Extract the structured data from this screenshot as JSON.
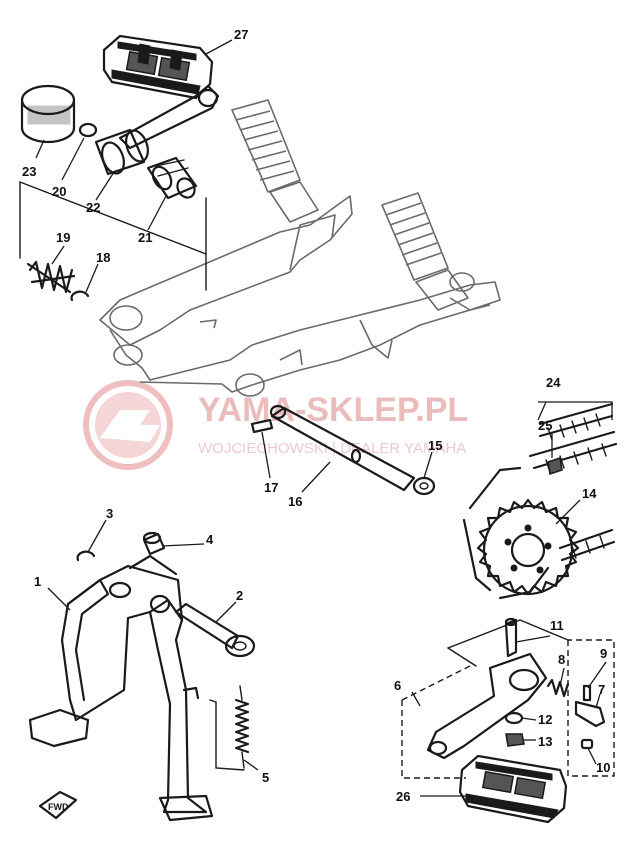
{
  "diagram": {
    "callouts": [
      {
        "id": "1",
        "text": "1"
      },
      {
        "id": "2",
        "text": "2"
      },
      {
        "id": "3",
        "text": "3"
      },
      {
        "id": "4",
        "text": "4"
      },
      {
        "id": "5",
        "text": "5"
      },
      {
        "id": "6",
        "text": "6"
      },
      {
        "id": "7",
        "text": "7"
      },
      {
        "id": "8",
        "text": "8"
      },
      {
        "id": "9",
        "text": "9"
      },
      {
        "id": "10",
        "text": "10"
      },
      {
        "id": "11",
        "text": "11"
      },
      {
        "id": "12",
        "text": "12"
      },
      {
        "id": "13",
        "text": "13"
      },
      {
        "id": "14",
        "text": "14"
      },
      {
        "id": "15",
        "text": "15"
      },
      {
        "id": "16",
        "text": "16"
      },
      {
        "id": "17",
        "text": "17"
      },
      {
        "id": "18",
        "text": "18"
      },
      {
        "id": "19",
        "text": "19"
      },
      {
        "id": "20",
        "text": "20"
      },
      {
        "id": "21",
        "text": "21"
      },
      {
        "id": "22",
        "text": "22"
      },
      {
        "id": "23",
        "text": "23"
      },
      {
        "id": "24",
        "text": "24"
      },
      {
        "id": "25",
        "text": "25"
      },
      {
        "id": "26",
        "text": "26"
      },
      {
        "id": "27",
        "text": "27"
      }
    ],
    "fwd_label": "FWD"
  },
  "watermark": {
    "title": "YAMA-SKLEP.PL",
    "subtitle": "WOJCIECHOWSKI | DEALER YAMAHA",
    "color": "#e9a8a8"
  }
}
